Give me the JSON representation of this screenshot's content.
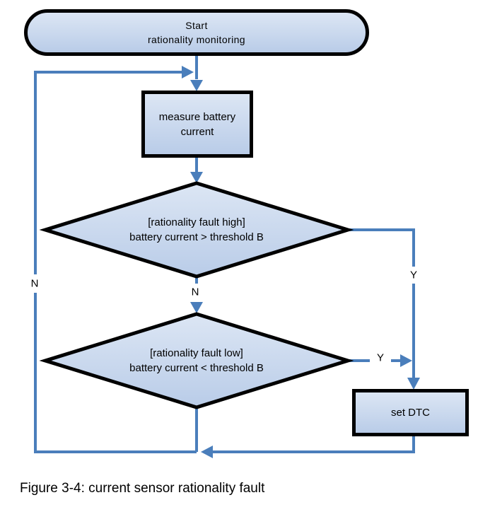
{
  "diagram": {
    "caption": "Figure 3-4: current sensor rationality fault",
    "nodes": {
      "start": {
        "line1": "Start",
        "line2": "rationality monitoring"
      },
      "measure": {
        "line1": "measure battery",
        "line2": "current"
      },
      "decision_high": {
        "line1": "[rationality fault high]",
        "line2": "battery current > threshold B"
      },
      "decision_low": {
        "line1": "[rationality fault low]",
        "line2": "battery current < threshold B"
      },
      "set_dtc": {
        "label": "set DTC"
      }
    },
    "edge_labels": {
      "loop_no": "N",
      "high_no": "N",
      "high_yes": "Y",
      "low_yes": "Y"
    },
    "colors": {
      "connector": "#4a7ebb",
      "shape_border": "#000000",
      "fill_top": "#dce6f4",
      "fill_bottom": "#b9cce8",
      "text": "#000000",
      "background": "#ffffff"
    }
  }
}
